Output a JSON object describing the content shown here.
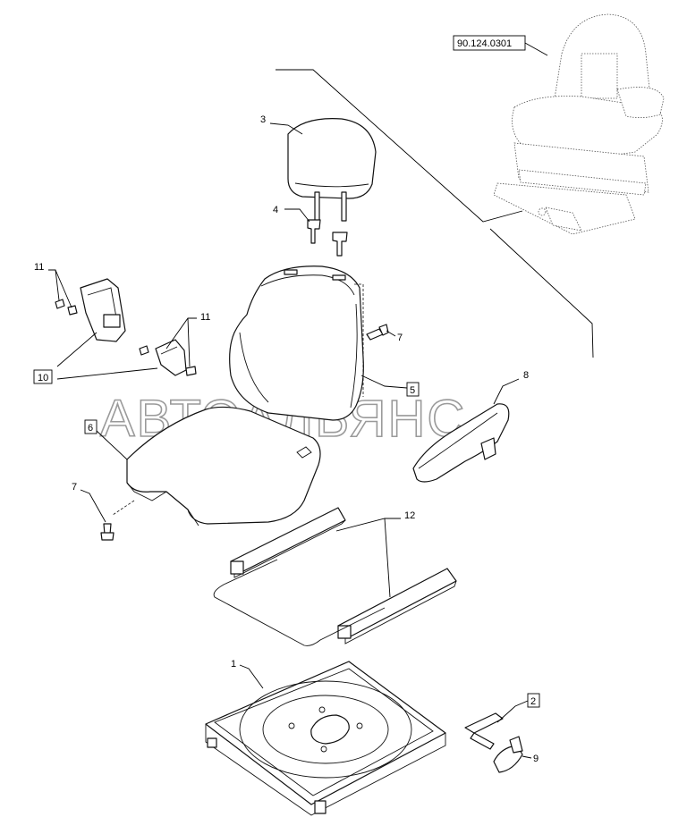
{
  "reference_number": "90.124.0301",
  "watermark": "АВТОАЛЬЯНС",
  "callouts": {
    "c1": "1",
    "c3": "3",
    "c4": "4",
    "c7a": "7",
    "c7b": "7",
    "c8": "8",
    "c9": "9",
    "c11a": "11",
    "c11b": "11",
    "c12": "12"
  },
  "boxed_callouts": {
    "b2": "2",
    "b5": "5",
    "b6": "6",
    "b10": "10"
  }
}
